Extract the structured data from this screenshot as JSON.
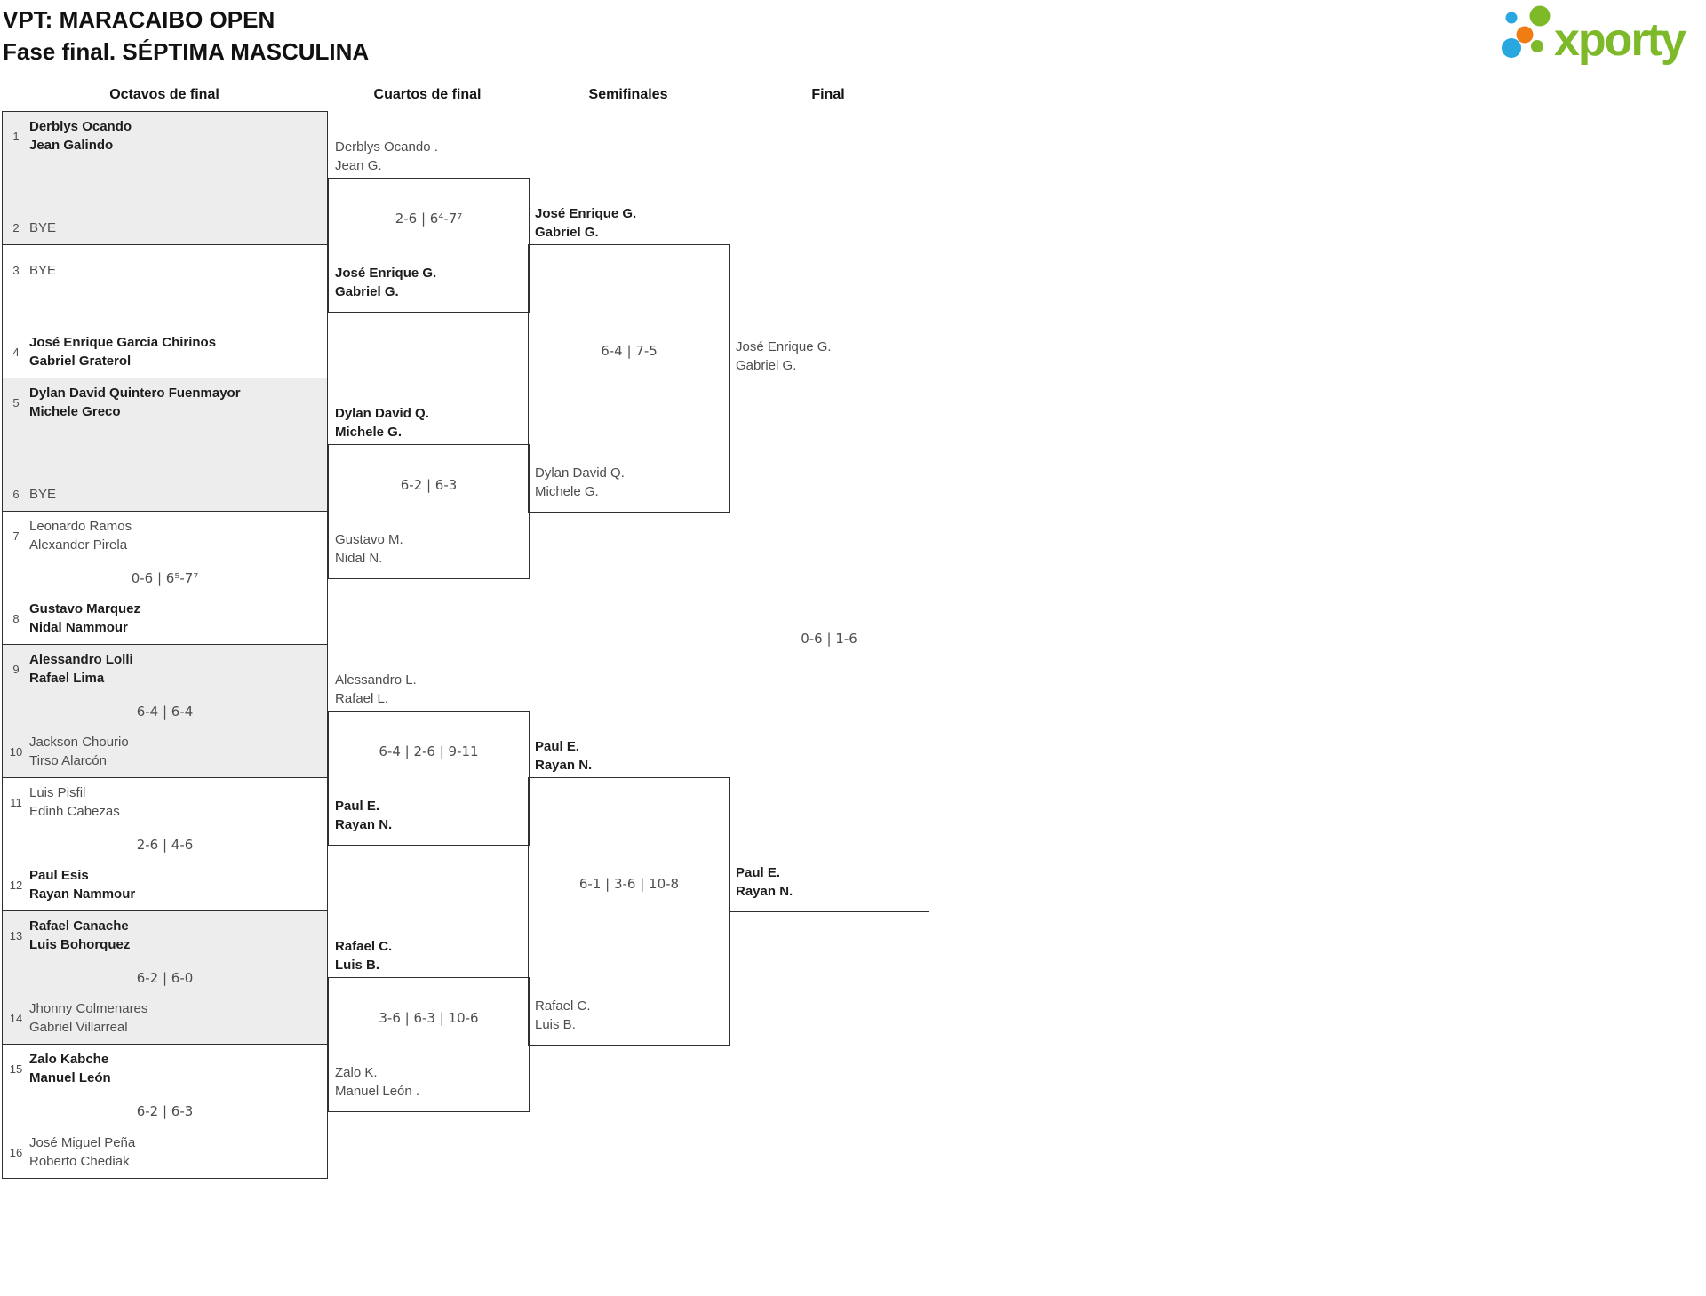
{
  "header": {
    "title_line1": "VPT: MARACAIBO OPEN",
    "title_line2": "Fase final. SÉPTIMA MASCULINA"
  },
  "logo": {
    "text": "xporty",
    "colors": {
      "green": "#7db929",
      "blue": "#29a8e0",
      "orange": "#ef7d13"
    }
  },
  "rounds": {
    "headers": [
      "Octavos de final",
      "Cuartos de final",
      "Semifinales",
      "Final"
    ]
  },
  "r16": [
    {
      "score": "",
      "t1": {
        "seed": "1",
        "l1": "Derblys Ocando",
        "l2": "Jean Galindo"
      },
      "t2": {
        "seed": "2",
        "l1": "BYE"
      }
    },
    {
      "score": "",
      "t1": {
        "seed": "3",
        "l1": "BYE"
      },
      "t2": {
        "seed": "4",
        "l1": "José Enrique Garcia Chirinos",
        "l2": "Gabriel Graterol"
      }
    },
    {
      "score": "",
      "t1": {
        "seed": "5",
        "l1": "Dylan David Quintero Fuenmayor",
        "l2": "Michele Greco"
      },
      "t2": {
        "seed": "6",
        "l1": "BYE"
      }
    },
    {
      "score": "0-6 | 6⁵-7⁷",
      "t1": {
        "seed": "7",
        "l1": "Leonardo Ramos",
        "l2": "Alexander Pirela"
      },
      "t2": {
        "seed": "8",
        "l1": "Gustavo Marquez",
        "l2": "Nidal Nammour"
      }
    },
    {
      "score": "6-4 | 6-4",
      "t1": {
        "seed": "9",
        "l1": "Alessandro Lolli",
        "l2": "Rafael Lima"
      },
      "t2": {
        "seed": "10",
        "l1": "Jackson Chourio",
        "l2": "Tirso Alarcón"
      }
    },
    {
      "score": "2-6 | 4-6",
      "t1": {
        "seed": "11",
        "l1": "Luis Pisfil",
        "l2": "Edinh Cabezas"
      },
      "t2": {
        "seed": "12",
        "l1": "Paul Esis",
        "l2": "Rayan Nammour"
      }
    },
    {
      "score": "6-2 | 6-0",
      "t1": {
        "seed": "13",
        "l1": "Rafael Canache",
        "l2": "Luis Bohorquez"
      },
      "t2": {
        "seed": "14",
        "l1": "Jhonny Colmenares",
        "l2": "Gabriel Villarreal"
      }
    },
    {
      "score": "6-2 | 6-3",
      "t1": {
        "seed": "15",
        "l1": "Zalo Kabche",
        "l2": "Manuel León"
      },
      "t2": {
        "seed": "16",
        "l1": "José Miguel Peña",
        "l2": "Roberto Chediak"
      }
    }
  ],
  "qf": [
    {
      "score": "2-6 | 6⁴-7⁷",
      "top": {
        "l1": "Derblys Ocando .",
        "l2": "Jean G."
      },
      "bottom": {
        "l1": "José Enrique G.",
        "l2": "Gabriel G."
      }
    },
    {
      "score": "6-2 | 6-3",
      "top": {
        "l1": "Dylan David Q.",
        "l2": "Michele G."
      },
      "bottom": {
        "l1": "Gustavo M.",
        "l2": "Nidal N."
      }
    },
    {
      "score": "6-4 | 2-6 | 9-11",
      "top": {
        "l1": "Alessandro L.",
        "l2": "Rafael L."
      },
      "bottom": {
        "l1": "Paul E.",
        "l2": "Rayan N."
      }
    },
    {
      "score": "3-6 | 6-3 | 10-6",
      "top": {
        "l1": "Rafael C.",
        "l2": "Luis B."
      },
      "bottom": {
        "l1": "Zalo K.",
        "l2": "Manuel León ."
      }
    }
  ],
  "sf": [
    {
      "score": "6-4 | 7-5",
      "top": {
        "l1": "José Enrique G.",
        "l2": "Gabriel G."
      },
      "bottom": {
        "l1": "Dylan David Q.",
        "l2": "Michele G."
      }
    },
    {
      "score": "6-1 | 3-6 | 10-8",
      "top": {
        "l1": "Paul E.",
        "l2": "Rayan N."
      },
      "bottom": {
        "l1": "Rafael C.",
        "l2": "Luis B."
      }
    }
  ],
  "final": {
    "score": "0-6 | 1-6",
    "top": {
      "l1": "José Enrique G.",
      "l2": "Gabriel G."
    },
    "bottom": {
      "l1": "Paul E.",
      "l2": "Rayan N."
    }
  }
}
